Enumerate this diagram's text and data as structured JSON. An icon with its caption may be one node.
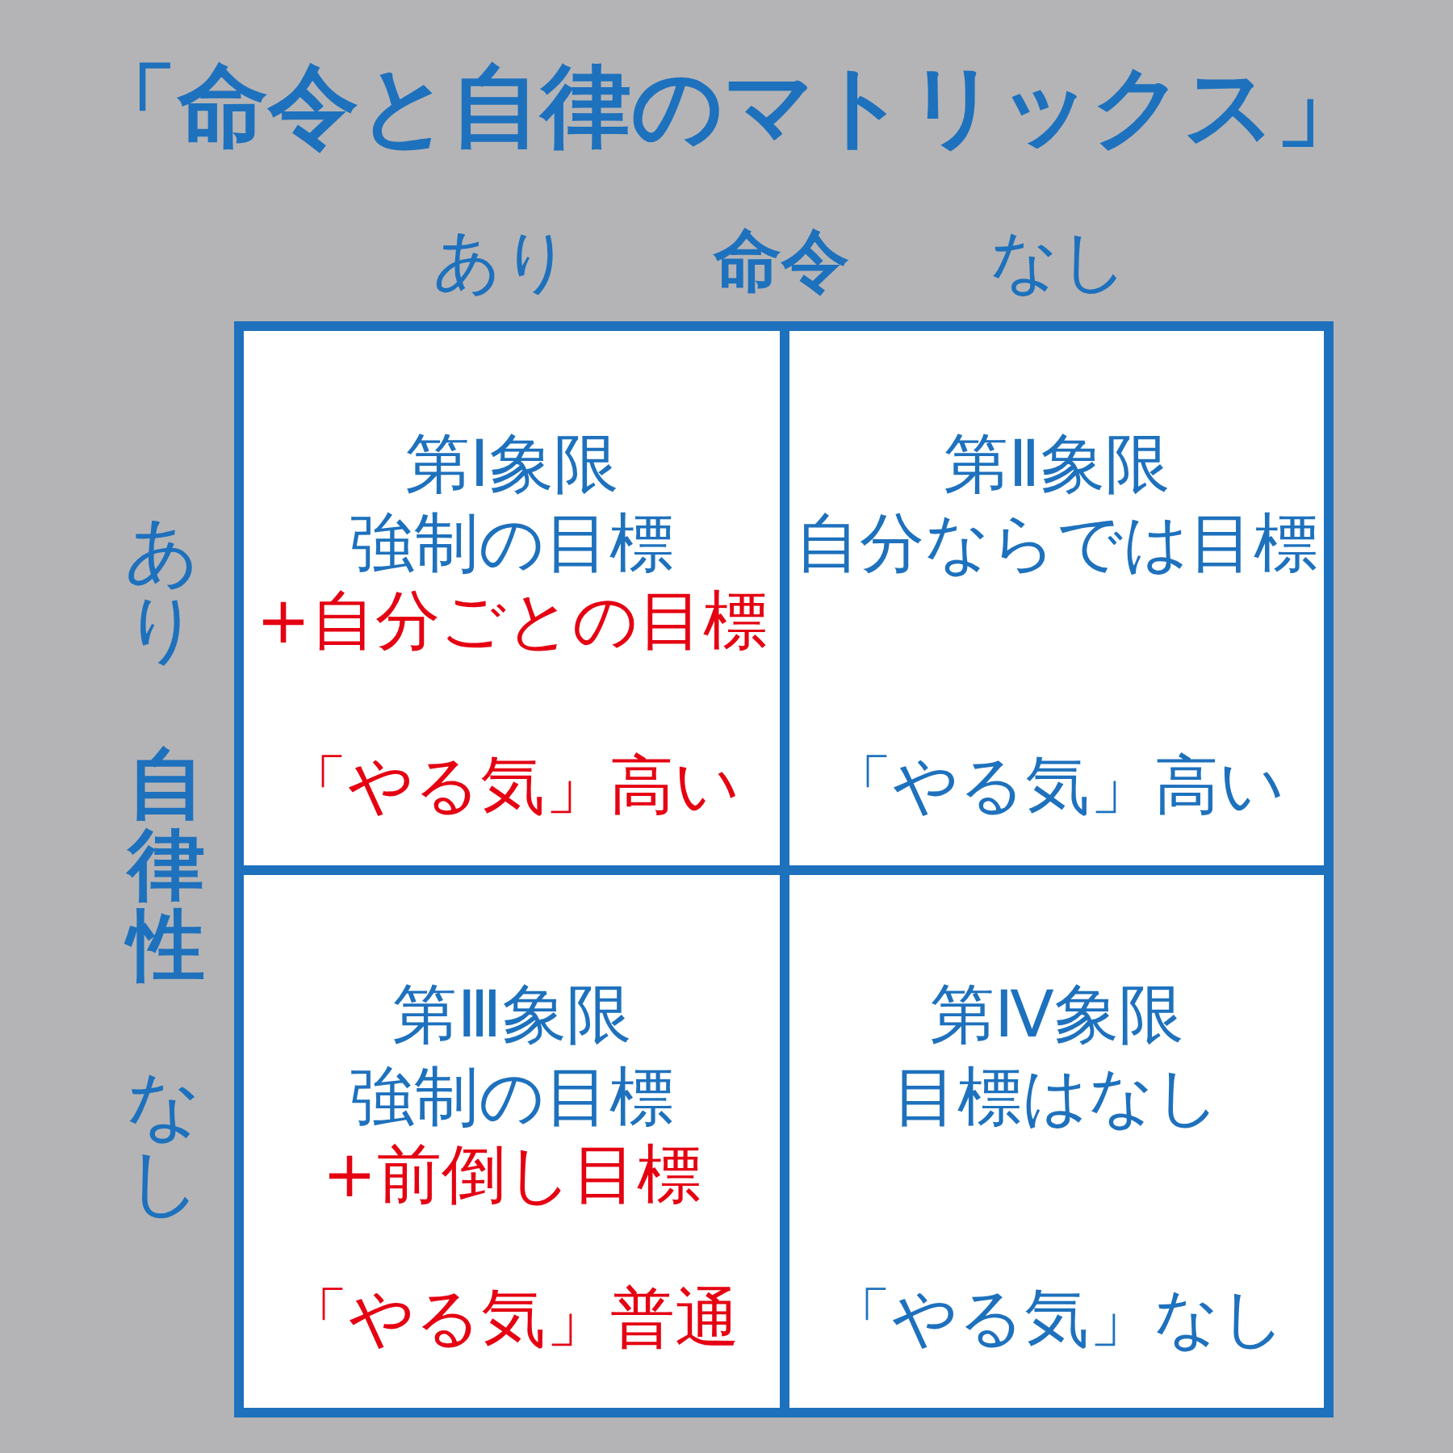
{
  "diagram": {
    "title": "「命令と自律のマトリックス」",
    "nodes": [
      {
        "text": [
          "第Ⅰ象限",
          "強制の目標",
          "+自分ごとの目標",
          "「やる気」高い"
        ]
      },
      {
        "text": [
          "第Ⅱ象限",
          "自分ならでは目標",
          "「やる気」高い"
        ]
      },
      {
        "text": [
          "第Ⅲ象限",
          "強制の目標",
          "+前倒し目標",
          "「やる気」普通"
        ]
      },
      {
        "text": [
          "第Ⅳ象限",
          "目標はなし",
          "「やる気」なし"
        ]
      }
    ],
    "labels": [
      "あり",
      "命令",
      "なし",
      "あり",
      "自律性",
      "なし"
    ]
  }
}
